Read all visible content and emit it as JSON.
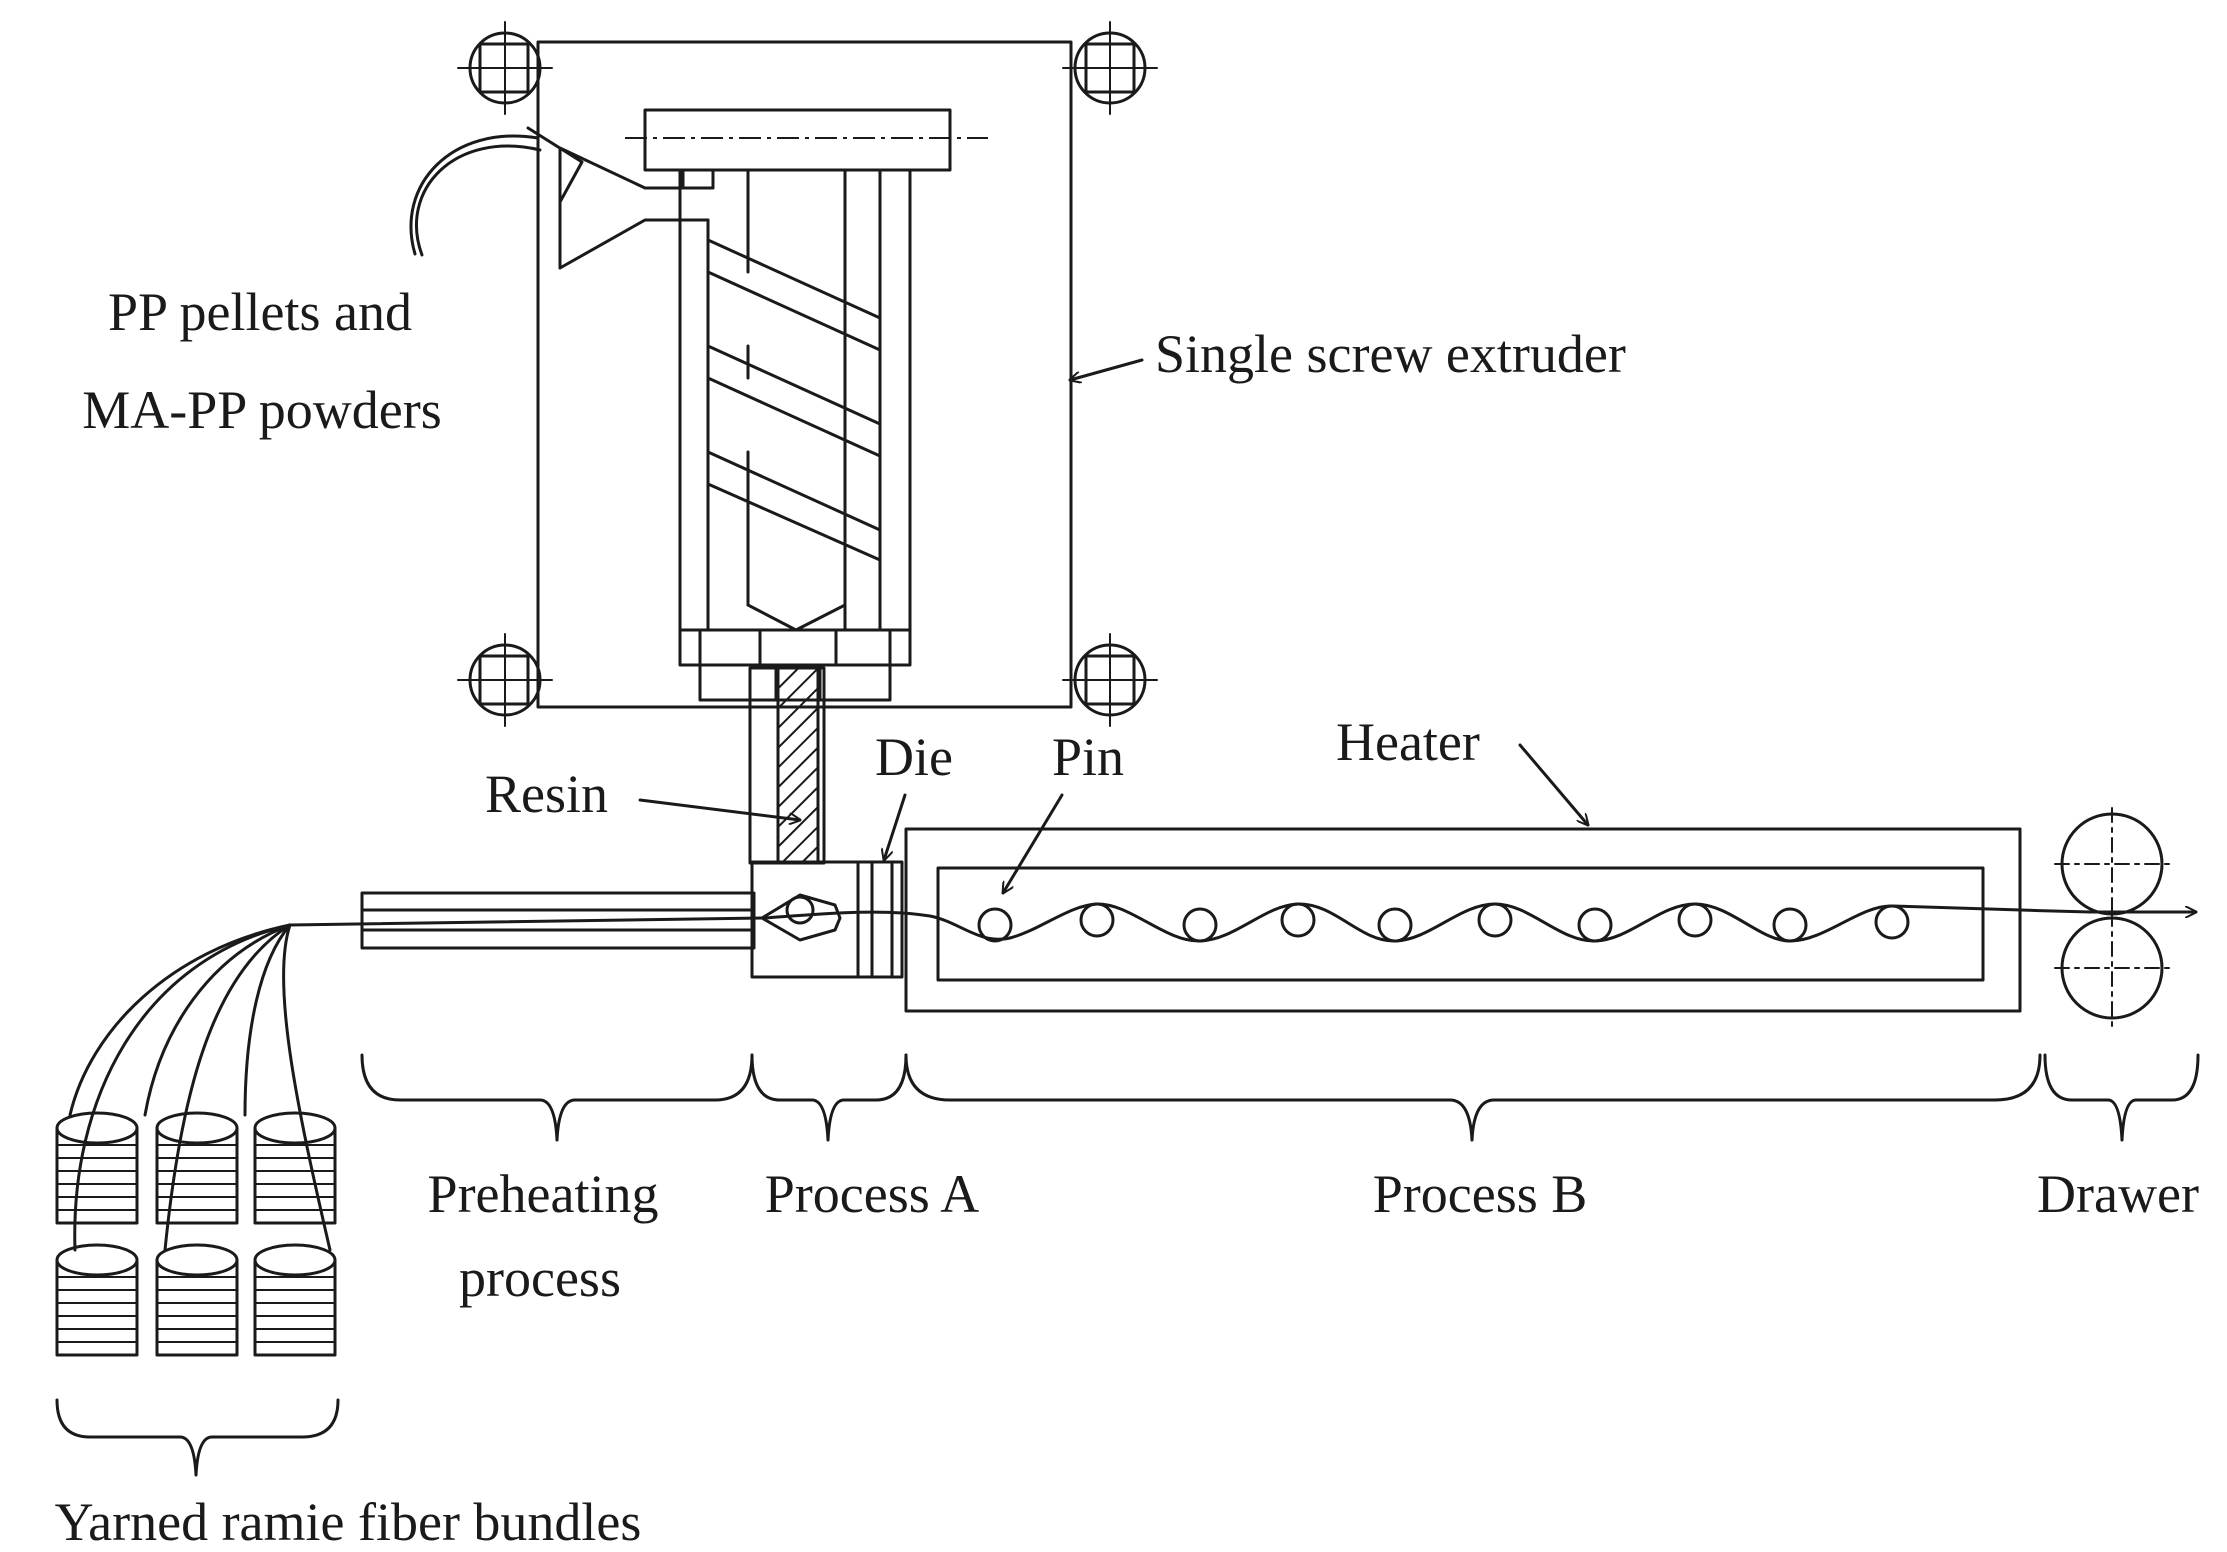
{
  "labels": {
    "pp_line1": "PP pellets and",
    "pp_line2": "MA-PP powders",
    "extruder": "Single screw extruder",
    "resin": "Resin",
    "die": "Die",
    "pin": "Pin",
    "heater": "Heater",
    "preheating_line1": "Preheating",
    "preheating_line2": "process",
    "process_a": "Process A",
    "process_b": "Process B",
    "drawer": "Drawer",
    "bundles": "Yarned ramie fiber bundles"
  },
  "colors": {
    "ink": "#1a1a1a",
    "background": "#ffffff"
  }
}
